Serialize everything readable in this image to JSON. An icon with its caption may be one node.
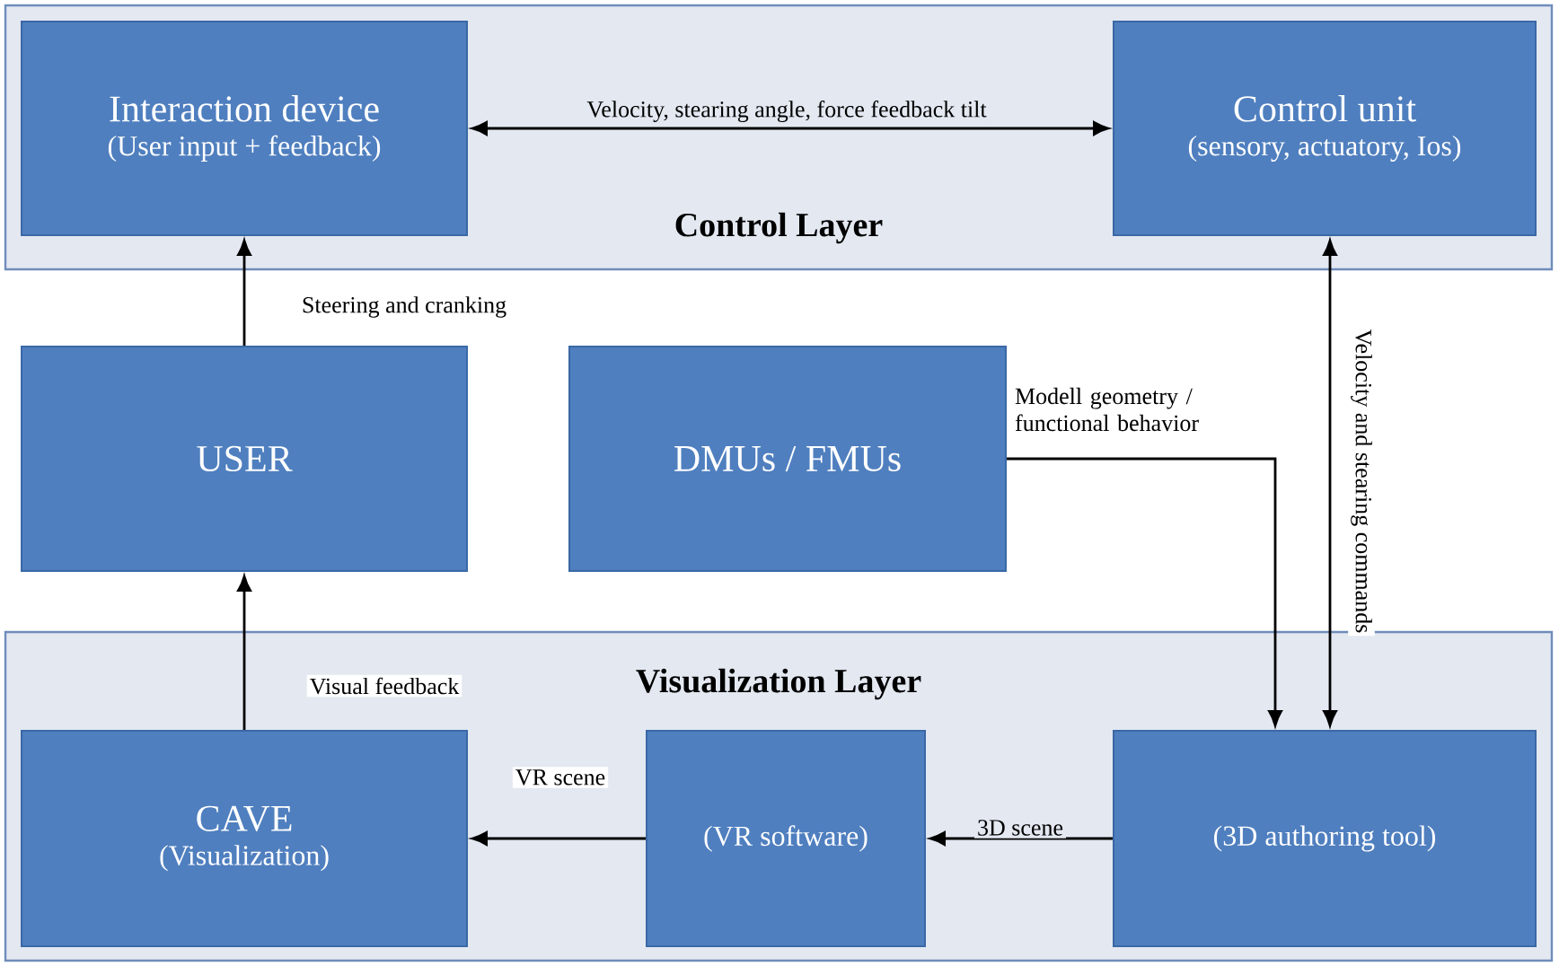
{
  "diagram": {
    "nodes": [
      {
        "text": [
          "Control Layer"
        ]
      },
      {
        "text": [
          "Interaction device",
          "(User input + feedback)"
        ],
        "in": 0
      },
      {
        "text": [
          "Control unit",
          "(sensory, actuatory, Ios)"
        ],
        "in": 0
      },
      {
        "text": [
          "USER"
        ]
      },
      {
        "text": [
          "DMUs / FMUs"
        ]
      },
      {
        "text": [
          "Visualization Layer"
        ]
      },
      {
        "text": [
          "CAVE",
          "(Visualization)"
        ],
        "in": 5
      },
      {
        "text": [
          "(VR software)"
        ],
        "in": 5
      },
      {
        "text": [
          "(3D authoring tool)"
        ],
        "in": 5
      }
    ],
    "edges": [
      {
        "from": 1,
        "to": 2,
        "arrow": "both",
        "label": "Velocity, stearing angle, force feedback tilt"
      },
      {
        "from": 3,
        "to": 1,
        "arrow": "to",
        "label": "Steering and cranking"
      },
      {
        "from": 6,
        "to": 3,
        "arrow": "to",
        "label": "Visual feedback"
      },
      {
        "from": 4,
        "to": 8,
        "arrow": "to",
        "label": "Modell geometry / functional behavior"
      },
      {
        "from": 2,
        "to": 8,
        "arrow": "both",
        "label": "Velocity and stearing commands"
      },
      {
        "from": 7,
        "to": 6,
        "arrow": "to",
        "label": "VR scene"
      },
      {
        "from": 8,
        "to": 7,
        "arrow": "to",
        "label": "3D scene"
      }
    ]
  }
}
